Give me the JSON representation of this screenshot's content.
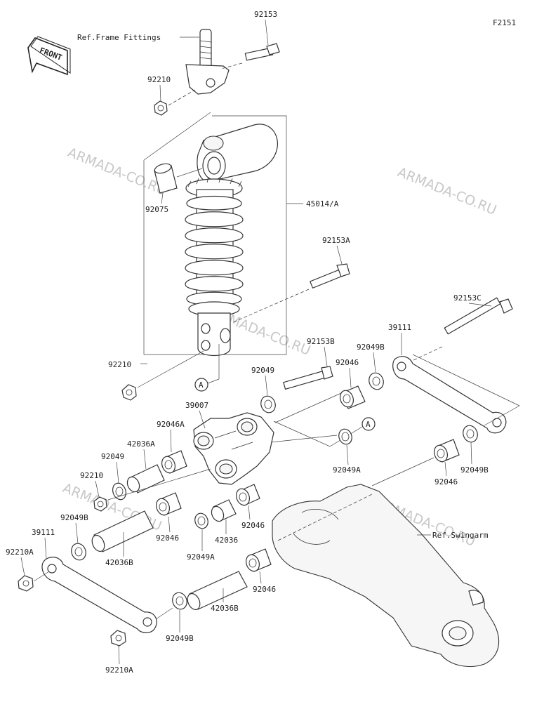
{
  "figure_code": "F2151",
  "front_badge": "FRONT",
  "refs": {
    "frame": "Ref.Frame Fittings",
    "swingarm": "Ref.Swingarm"
  },
  "watermark": "ARMADA-CO.RU",
  "callout": "A",
  "labels": {
    "l92153_top": "92153",
    "l92210_top": "92210",
    "l92075": "92075",
    "l45014A": "45014/A",
    "l92153A": "92153A",
    "l92210_mid": "92210",
    "l92153C": "92153C",
    "l39111_right": "39111",
    "l92153B": "92153B",
    "l92049B_top": "92049B",
    "l92049": "92049",
    "l92046_a": "92046",
    "l39007": "39007",
    "l92046A": "92046A",
    "l42036A": "42036A",
    "l92049_left": "92049",
    "l92210_left": "92210",
    "l92049A_center": "92049A",
    "l92049B_right": "92049B",
    "l92046_right": "92046",
    "l92049B_left": "92049B",
    "l39111_left": "39111",
    "l92210A_left": "92210A",
    "l42036B_left": "42036B",
    "l92046_b": "92046",
    "l92049A_bottom": "92049A",
    "l42036": "42036",
    "l92046_c": "92046",
    "l92046_d": "92046",
    "l42036B_bottom": "42036B",
    "l92049B_bottom": "92049B",
    "l92210A_bottom": "92210A"
  }
}
